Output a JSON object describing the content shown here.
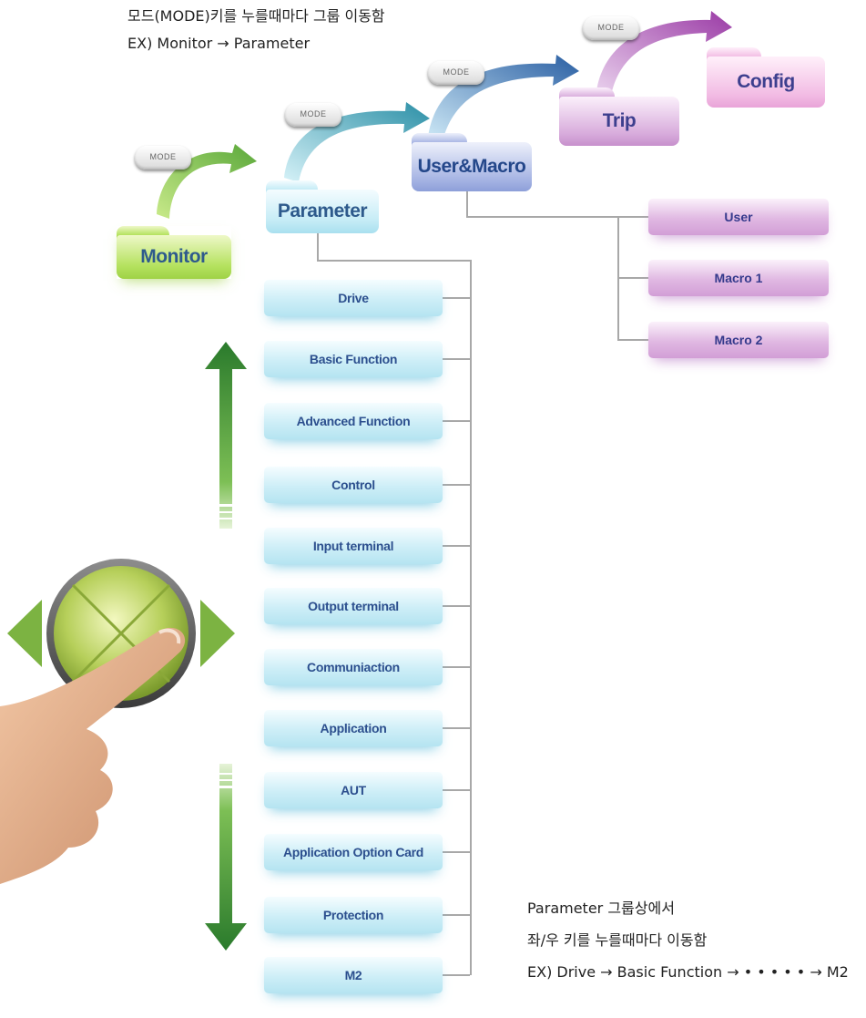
{
  "top_note": {
    "line1": "모드(MODE)키를 누를때마다 그룹 이동함",
    "line2": "EX) Monitor → Parameter"
  },
  "mode_key_label": "MODE",
  "groups": {
    "monitor": "Monitor",
    "parameter": "Parameter",
    "user_macro": "User&Macro",
    "trip": "Trip",
    "config": "Config"
  },
  "parameter_items": [
    "Drive",
    "Basic Function",
    "Advanced Function",
    "Control",
    "Input terminal",
    "Output terminal",
    "Communiaction",
    "Application",
    "AUT",
    "Application Option Card",
    "Protection",
    "M2"
  ],
  "user_macro_items": [
    "User",
    "Macro 1",
    "Macro 2"
  ],
  "bottom_note": {
    "line1": "Parameter 그룹상에서",
    "line2": "좌/우 키를 누를때마다 이동함",
    "line3": "EX) Drive → Basic Function → • • • • • → M2"
  },
  "colors": {
    "monitor": "#a9d64f",
    "parameter": "#bfe8f3",
    "user_macro": "#9aaade",
    "trip": "#d3a2d8",
    "config": "#eeb2e0",
    "arrow_green": "#2e7d32",
    "connector": "#a8a8a8"
  },
  "icons": [
    "mode-key-icon",
    "curved-arrow-icon",
    "up-arrow-icon",
    "down-arrow-icon",
    "navigation-dial-icon",
    "pointing-hand-icon"
  ]
}
